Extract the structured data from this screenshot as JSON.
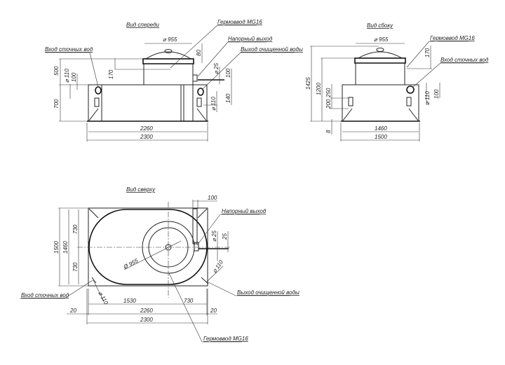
{
  "views": {
    "front": {
      "title": "Вид спереди",
      "labels": {
        "cable_gland": "Гермоввод MG16",
        "pressure_outlet": "Напорный выход",
        "treated_outlet": "Выход очищенной воды",
        "inlet": "Вход сточных вод"
      },
      "dims": {
        "d955": "⌀ 955",
        "h80": "80",
        "h170": "170",
        "d25": "⌀ 25",
        "h100r": "100",
        "h140": "140",
        "d110r": "⌀ 110",
        "h500": "500",
        "h700": "700",
        "d110l": "⌀ 110",
        "h100l": "100",
        "w2260": "2260",
        "w2300": "2300"
      }
    },
    "side": {
      "title": "Вид сбоку",
      "labels": {
        "cable_gland": "Гермоввод MG16",
        "inlet": "Вход сточных вод"
      },
      "dims": {
        "d955": "⌀ 955",
        "h170": "170",
        "h1425": "1425",
        "h1200": "1200",
        "h250": "250",
        "h200": "200",
        "h8": "8",
        "d110": "⌀ 110",
        "h100": "100",
        "w1460": "1460",
        "w1500": "1500"
      }
    },
    "top": {
      "title": "Вид сверху",
      "labels": {
        "pressure_outlet": "Напорный выход",
        "treated_outlet": "Выход очищенной воды",
        "inlet": "Вход сточных вод",
        "cable_gland": "Гермоввод MG16"
      },
      "dims": {
        "w100": "100",
        "d25": "⌀ 25",
        "h25": "25",
        "d955": "Ø 955",
        "d110r": "⌀ 110",
        "d110l": "⌀ 110",
        "h1500": "1500",
        "h1460": "1460",
        "h730a": "730",
        "h730b": "730",
        "w1530": "1530",
        "w730": "730",
        "w20l": "20",
        "w20r": "20",
        "w2260": "2260",
        "w2300": "2300"
      }
    }
  }
}
